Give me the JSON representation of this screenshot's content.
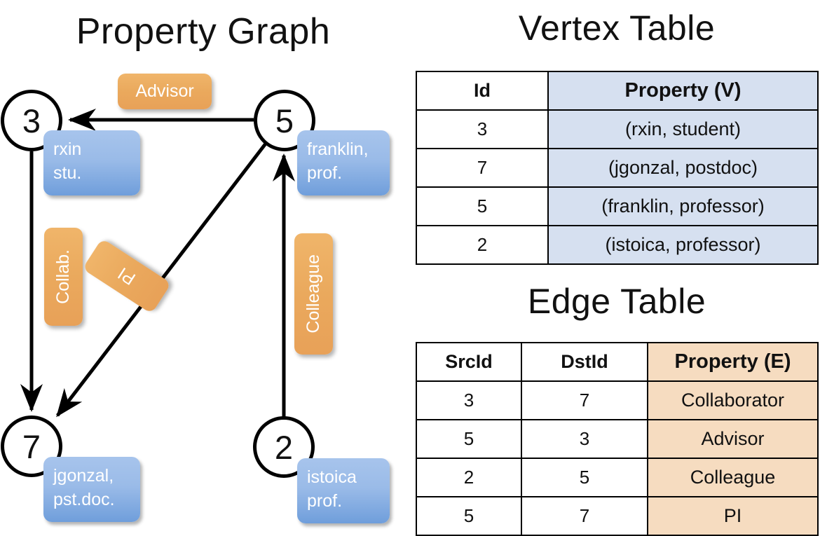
{
  "graph_panel": {
    "title": "Property Graph",
    "nodes": [
      {
        "id": "3",
        "property_line1": "rxin",
        "property_line2": "stu."
      },
      {
        "id": "5",
        "property_line1": "franklin,",
        "property_line2": "prof."
      },
      {
        "id": "7",
        "property_line1": "jgonzal,",
        "property_line2": "pst.doc."
      },
      {
        "id": "2",
        "property_line1": "istoica",
        "property_line2": "prof."
      }
    ],
    "edge_labels": [
      {
        "name": "advisor",
        "label": "Advisor"
      },
      {
        "name": "collab",
        "label": "Collab."
      },
      {
        "name": "pi",
        "label": "PI"
      },
      {
        "name": "colleague",
        "label": "Colleague"
      }
    ]
  },
  "vertex_table": {
    "title": "Vertex Table",
    "columns": [
      "Id",
      "Property (V)"
    ],
    "rows": [
      {
        "id": "3",
        "property": "(rxin, student)"
      },
      {
        "id": "7",
        "property": "(jgonzal, postdoc)"
      },
      {
        "id": "5",
        "property": "(franklin, professor)"
      },
      {
        "id": "2",
        "property": "(istoica, professor)"
      }
    ]
  },
  "edge_table": {
    "title": "Edge Table",
    "columns": [
      "SrcId",
      "DstId",
      "Property (E)"
    ],
    "rows": [
      {
        "src": "3",
        "dst": "7",
        "property": "Collaborator"
      },
      {
        "src": "5",
        "dst": "3",
        "property": "Advisor"
      },
      {
        "src": "2",
        "dst": "5",
        "property": "Colleague"
      },
      {
        "src": "5",
        "dst": "7",
        "property": "PI"
      }
    ]
  },
  "colors": {
    "vertex_property_fill": "#d6e0f0",
    "edge_property_fill": "#f6dcc0",
    "vertex_box_fill": "#9abbe8",
    "edge_box_fill": "#eaa95d",
    "stroke": "#000000",
    "background": "#ffffff"
  }
}
